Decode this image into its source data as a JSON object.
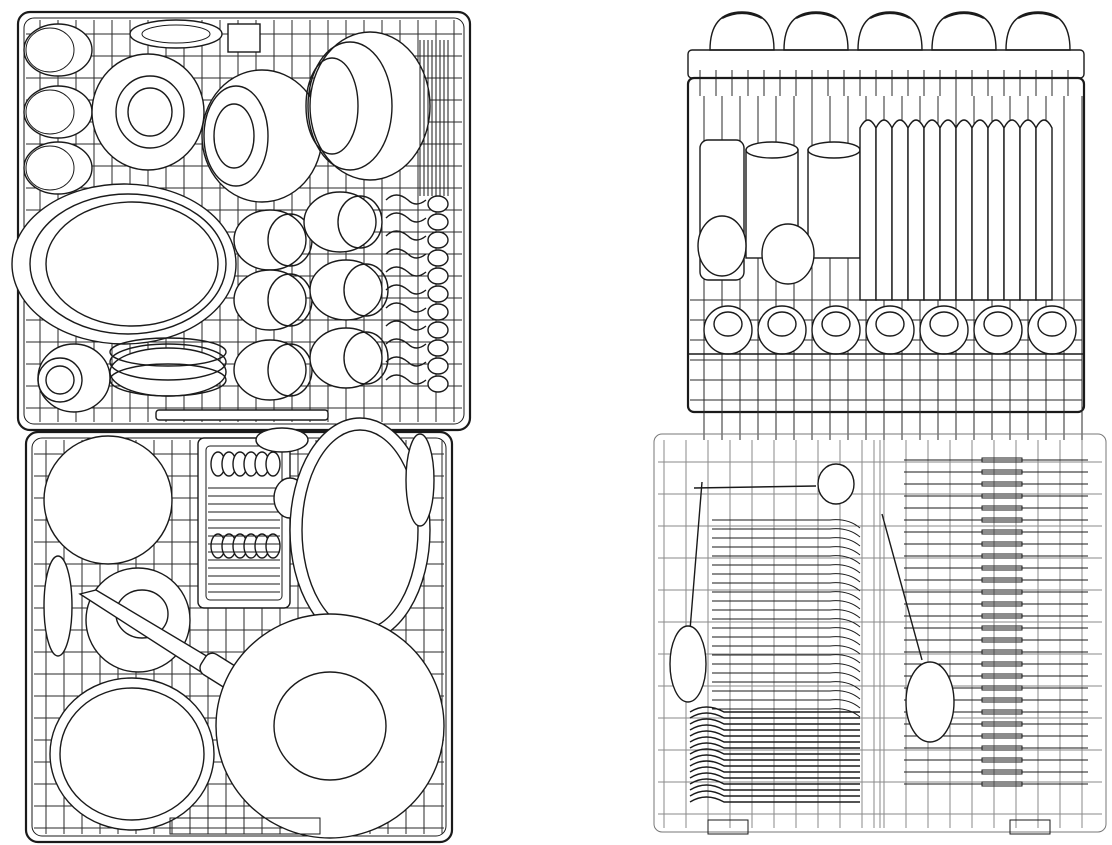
{
  "colors": {
    "line": "#1a1a1a",
    "wire": "#2a2a2a",
    "light_wire": "#8a8a8a",
    "background": "#ffffff"
  },
  "panels": [
    {
      "id": "upper-basket-top-view",
      "items": [
        "cups",
        "glasses",
        "bowls",
        "plates",
        "oval-platter",
        "cutlery-rack"
      ]
    },
    {
      "id": "lower-basket-top-view",
      "items": [
        "plates",
        "cutlery-basket",
        "pot",
        "dinner-plate",
        "frying-pan"
      ]
    },
    {
      "id": "upper-basket-front-view",
      "items": [
        "cups",
        "glasses",
        "plates"
      ]
    },
    {
      "id": "cutlery-tray-top-view",
      "items": [
        "forks",
        "spoons",
        "knives",
        "ladle"
      ]
    }
  ]
}
